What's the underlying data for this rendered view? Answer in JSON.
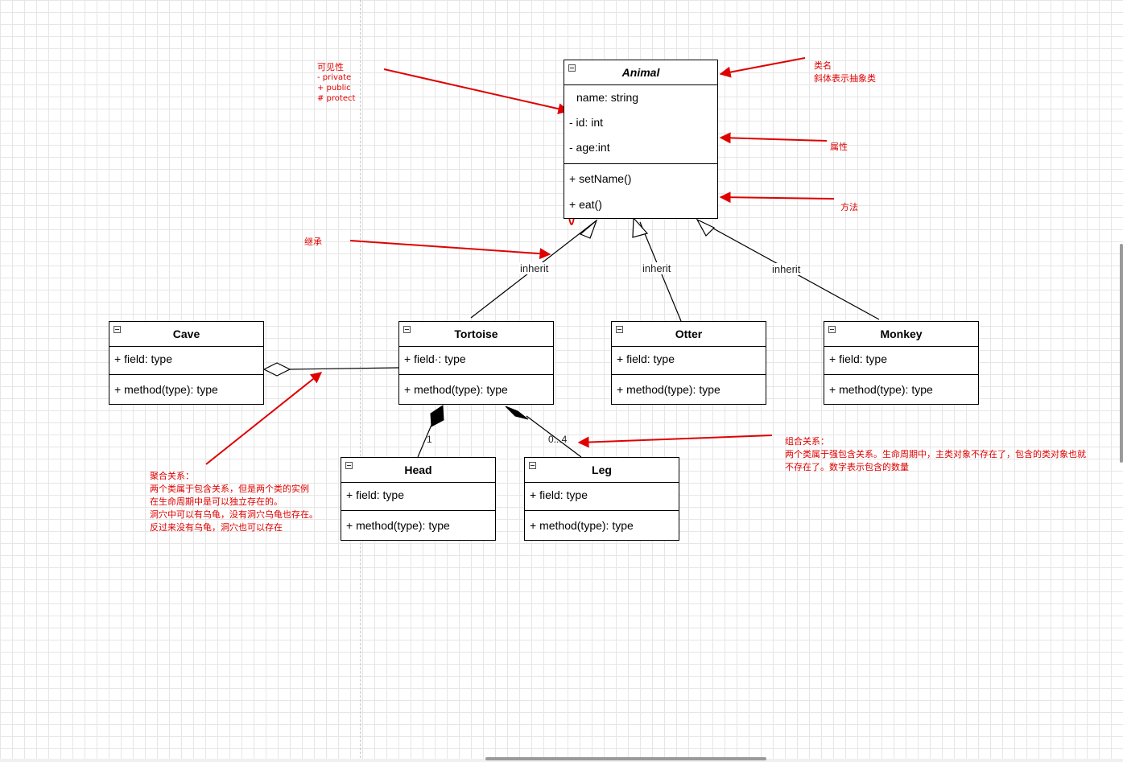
{
  "classes": {
    "animal": {
      "name": "Animal",
      "attributes": [
        "name: string",
        "- id: int",
        "- age:int"
      ],
      "methods": [
        "+ setName()",
        "+ eat()"
      ]
    },
    "cave": {
      "name": "Cave",
      "attributes": [
        "+ field: type"
      ],
      "methods": [
        "+ method(type): type"
      ]
    },
    "tortoise": {
      "name": "Tortoise",
      "attributes": [
        "+ field·: type"
      ],
      "methods": [
        "+ method(type): type"
      ]
    },
    "otter": {
      "name": "Otter",
      "attributes": [
        "+ field: type"
      ],
      "methods": [
        "+ method(type): type"
      ]
    },
    "monkey": {
      "name": "Monkey",
      "attributes": [
        "+ field: type"
      ],
      "methods": [
        "+ method(type): type"
      ]
    },
    "head": {
      "name": "Head",
      "attributes": [
        "+ field: type"
      ],
      "methods": [
        "+ method(type): type"
      ]
    },
    "leg": {
      "name": "Leg",
      "attributes": [
        "+ field: type"
      ],
      "methods": [
        "+ method(type): type"
      ]
    }
  },
  "edge_labels": {
    "inherit_tortoise": "inherit",
    "inherit_otter": "inherit",
    "inherit_monkey": "inherit",
    "head_multiplicity": "1",
    "leg_multiplicity": "0...4"
  },
  "annotations": {
    "visibility": [
      "可见性",
      "- private",
      "+ public",
      "# protect"
    ],
    "class_name": [
      "类名",
      "斜体表示抽象类"
    ],
    "attributes": "属性",
    "methods": "方法",
    "inheritance": "继承",
    "aggregation": [
      "聚合关系：",
      "两个类属于包含关系，但是两个类的实例",
      "在生命周期中是可以独立存在的。",
      "洞穴中可以有乌龟，没有洞穴乌龟也存在。",
      "反过来没有乌龟，洞穴也可以存在"
    ],
    "composition": [
      "组合关系：",
      "两个类属于强包含关系。生命周期中，主类对象不存在了，包含的类对象也就",
      "不存在了。数字表示包含的数量"
    ]
  },
  "colors": {
    "annotation": "#e00000",
    "line": "#000000",
    "grid": "#e6e6e6"
  }
}
